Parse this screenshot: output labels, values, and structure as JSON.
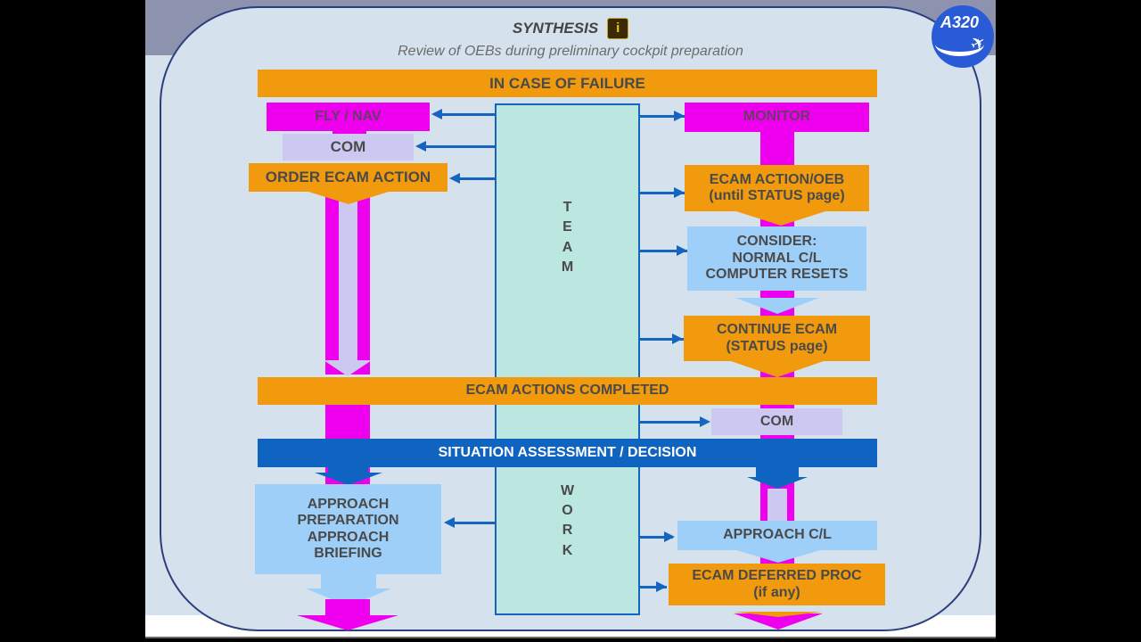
{
  "header": {
    "title": "SYNTHESIS",
    "info_icon": "info-icon",
    "subtitle": "Review of OEBs during preliminary cockpit preparation",
    "logo_text": "A320",
    "logo_icon": "airplane-icon"
  },
  "diagram": {
    "top_banner": "IN CASE OF FAILURE",
    "left_column": {
      "fly_nav": "FLY / NAV",
      "com": "COM",
      "order_ecam": "ORDER ECAM ACTION",
      "approach_prep": [
        "APPROACH",
        "PREPARATION",
        "APPROACH",
        "BRIEFING"
      ]
    },
    "center": {
      "team": [
        "T",
        "E",
        "A",
        "M"
      ],
      "work": [
        "W",
        "O",
        "R",
        "K"
      ]
    },
    "right_column": {
      "monitor": "MONITOR",
      "ecam_action": [
        "ECAM ACTION/OEB",
        "(until STATUS page)"
      ],
      "consider": [
        "CONSIDER:",
        "NORMAL C/L",
        "COMPUTER RESETS"
      ],
      "continue_ecam": [
        "CONTINUE ECAM",
        "(STATUS page)"
      ],
      "com": "COM",
      "approach_cl": "APPROACH C/L",
      "ecam_deferred": [
        "ECAM DEFERRED PROC",
        "(if any)"
      ]
    },
    "mid_banner": "ECAM ACTIONS COMPLETED",
    "decision_banner": "SITUATION ASSESSMENT / DECISION",
    "colors": {
      "orange": "#f29a0e",
      "magenta": "#ee00ee",
      "lavender": "#ccc8f2",
      "light_blue": "#9ecff8",
      "blue": "#0f64c2",
      "teal": "#bce6e0",
      "frame": "#2b3f7a"
    }
  }
}
